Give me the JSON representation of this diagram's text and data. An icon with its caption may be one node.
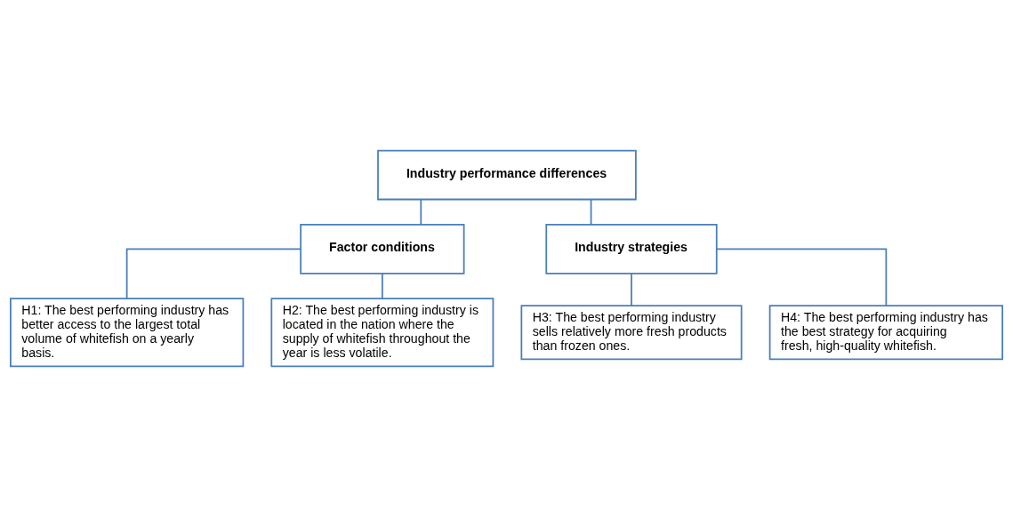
{
  "diagram": {
    "nodes": [
      {
        "text": [
          "Industry performance differences"
        ]
      },
      {
        "text": [
          "Factor conditions"
        ]
      },
      {
        "text": [
          "Industry strategies"
        ]
      },
      {
        "text": [
          "H1: The best performing industry has better access to the largest total volume of whitefish on a yearly basis."
        ]
      },
      {
        "text": [
          "H2: The best performing industry is located in the nation where the supply of whitefish throughout the year is less volatile."
        ]
      },
      {
        "text": [
          "H3: The best performing industry sells relatively more fresh products than frozen ones."
        ]
      },
      {
        "text": [
          "H4: The best performing industry has the best strategy for acquiring fresh, high-quality whitefish."
        ]
      }
    ],
    "edges": [
      {
        "from": 0,
        "to": 1,
        "arrow": "none"
      },
      {
        "from": 0,
        "to": 2,
        "arrow": "none"
      },
      {
        "from": 1,
        "to": 3,
        "arrow": "none"
      },
      {
        "from": 1,
        "to": 4,
        "arrow": "none"
      },
      {
        "from": 2,
        "to": 5,
        "arrow": "none"
      },
      {
        "from": 2,
        "to": 6,
        "arrow": "none"
      }
    ]
  }
}
